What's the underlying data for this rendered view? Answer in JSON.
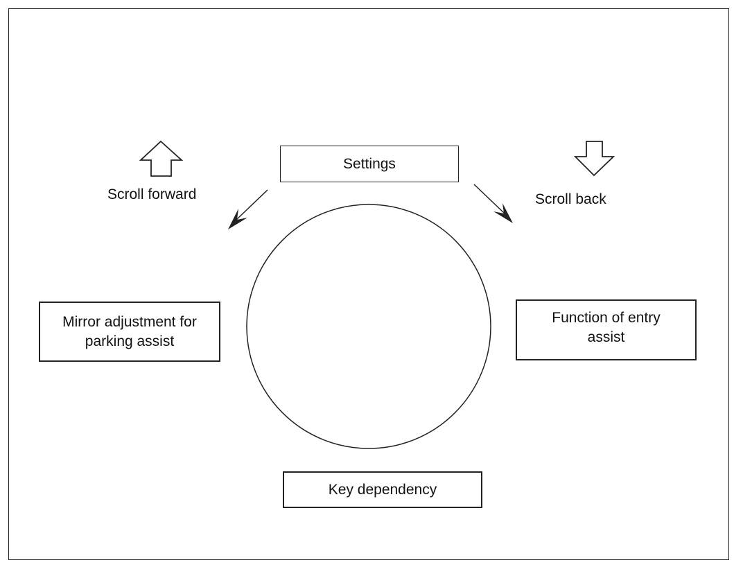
{
  "diagram": {
    "nodes": {
      "settings": "Settings",
      "mirror": "Mirror adjustment for\nparking assist",
      "entry": "Function of entry\nassist",
      "key": "Key dependency"
    },
    "labels": {
      "scroll_forward": "Scroll forward",
      "scroll_back": "Scroll back"
    },
    "icons": {
      "scroll_forward": "hollow-up-arrow-icon",
      "scroll_back": "hollow-down-arrow-icon"
    },
    "colors": {
      "line": "#222222",
      "background": "#ffffff"
    }
  }
}
